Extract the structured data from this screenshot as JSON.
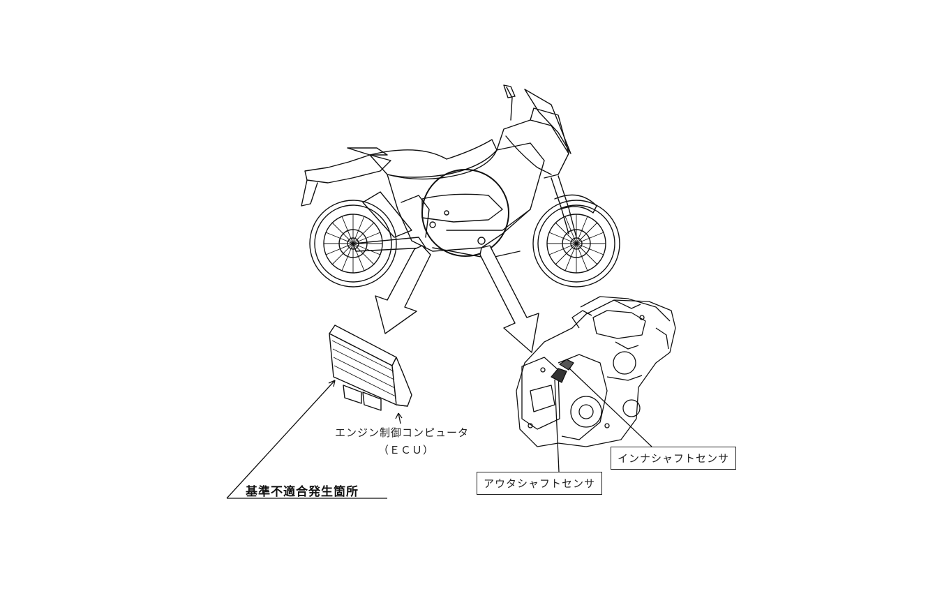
{
  "labels": {
    "ecu_name": "エンジン制御コンピュータ",
    "ecu_abbr": "（ＥＣＵ）",
    "defect_location": "基準不適合発生箇所",
    "inner_shaft_sensor": "インナシャフトセンサ",
    "outer_shaft_sensor": "アウタシャフトセンサ"
  }
}
